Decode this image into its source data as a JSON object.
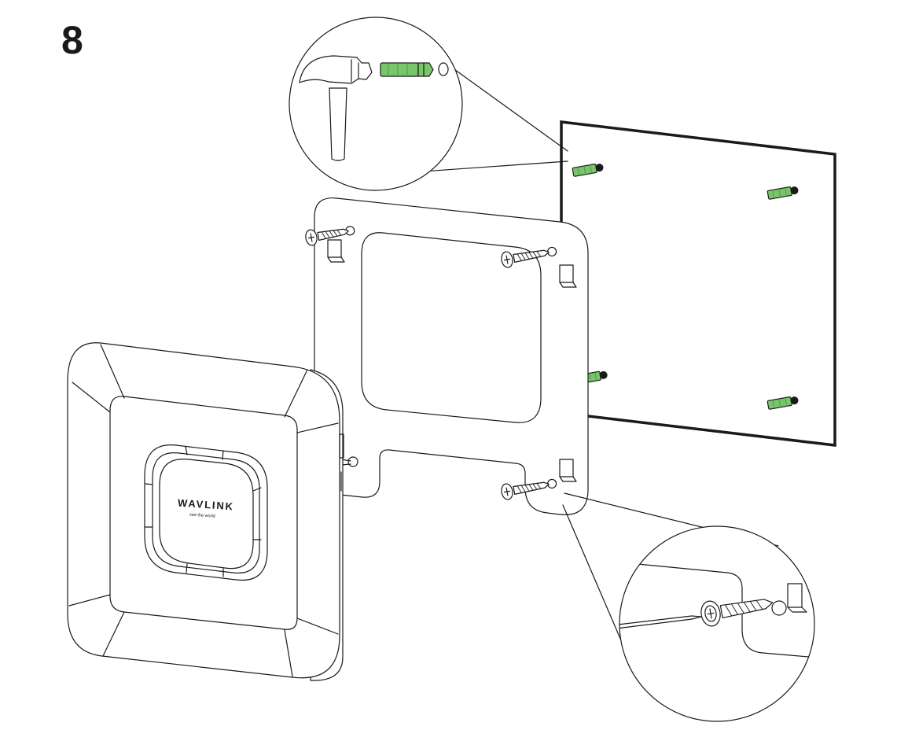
{
  "step": {
    "number": "8"
  },
  "device": {
    "brand": "WAVLINK",
    "tagline": "see the world"
  },
  "colors": {
    "anchor_fill": "#79c66a",
    "anchor_dark": "#4f9a45",
    "line": "#1a1a1a",
    "background": "#ffffff"
  },
  "icons": {
    "hammer": "hammer-icon",
    "screwdriver": "screwdriver-icon",
    "screw": "screw-icon",
    "wall_anchor": "wall-anchor-icon"
  }
}
